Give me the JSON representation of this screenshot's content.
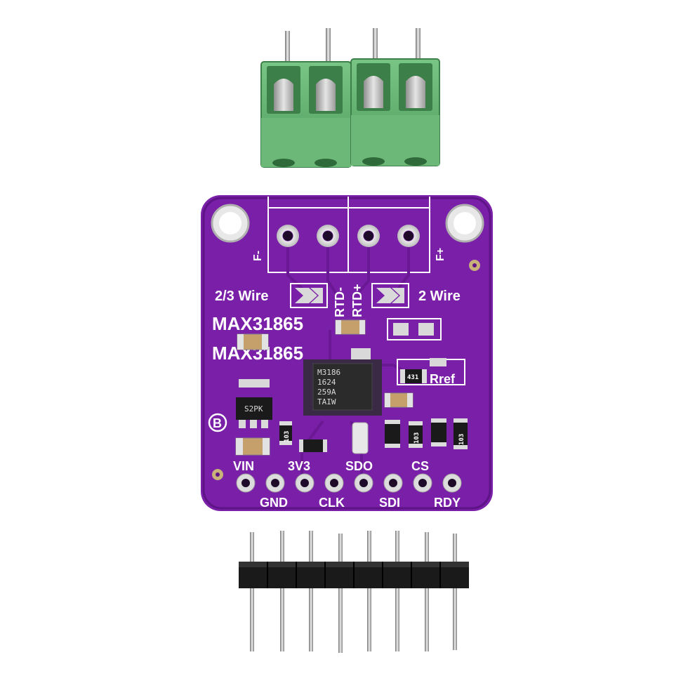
{
  "board": {
    "title_line1": "MAX31865",
    "title_line2": "MAX31865",
    "jumper_left_label": "2/3 Wire",
    "jumper_right_label": "2 Wire",
    "rtd_minus": "RTD-",
    "rtd_plus": "RTD+",
    "f_minus": "F-",
    "f_plus": "F+",
    "rref_label": "Rref",
    "rref_value": "431",
    "logo_letter": "B",
    "regulator_marking": "S2PK",
    "chip_marking": [
      "M3186",
      "1624",
      "259A",
      "TAIW"
    ],
    "resistor_markings": [
      "103",
      "103",
      "103"
    ],
    "pins_top": [
      "VIN",
      "3V3",
      "SDO",
      "CS"
    ],
    "pins_bottom": [
      "GND",
      "CLK",
      "SDI",
      "RDY"
    ]
  },
  "colors": {
    "pcb": "#7a1fa8",
    "pcb_dark": "#5e1386",
    "terminal_green": "#5fae6b",
    "header_black": "#1a1a1a",
    "gold": "#c9b27a",
    "silver": "#d9d9d9"
  }
}
